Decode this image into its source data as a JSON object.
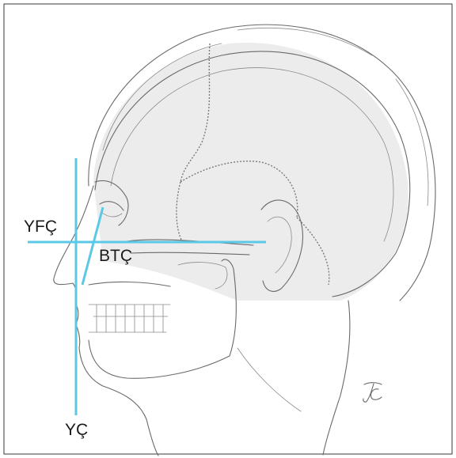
{
  "labels": {
    "horizontal_line": "YFÇ",
    "oblique_line": "BTÇ",
    "vertical_line": "YÇ"
  },
  "signature": "JC",
  "colors": {
    "guide_line": "#5bc8e6",
    "drawing": "#6a6a6a",
    "background": "#ffffff"
  }
}
